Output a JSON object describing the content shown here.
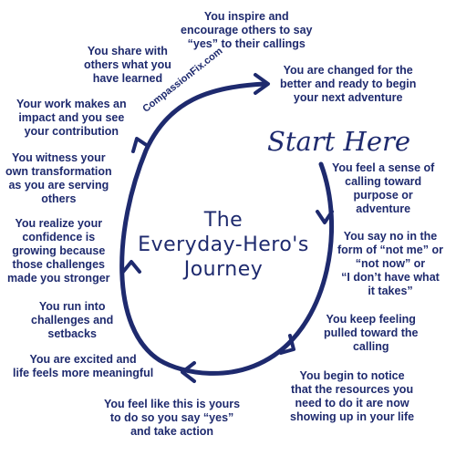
{
  "brand": "CompassionFix.com",
  "title_lines": [
    "The",
    "Everyday-Hero's",
    "Journey"
  ],
  "start_label": "Start Here",
  "colors": {
    "primary": "#1e2a6e",
    "background": "#ffffff"
  },
  "steps": [
    {
      "lines": [
        "You feel a sense of",
        "calling toward",
        "purpose or",
        "adventure"
      ]
    },
    {
      "lines": [
        "You say no in the",
        "form of “not me” or",
        "“not now” or",
        "“I don’t have what",
        "it takes”"
      ]
    },
    {
      "lines": [
        "You keep feeling",
        "pulled toward the",
        "calling"
      ]
    },
    {
      "lines": [
        "You begin to notice",
        "that the resources you",
        "need to do it are now",
        "showing up in your life"
      ]
    },
    {
      "lines": [
        "You feel like this is yours",
        "to do so you say “yes”",
        "and take action"
      ]
    },
    {
      "lines": [
        "You are excited and",
        "life feels more meaningful"
      ]
    },
    {
      "lines": [
        "You run into",
        "challenges and",
        "setbacks"
      ]
    },
    {
      "lines": [
        "You realize your",
        "confidence is",
        "growing because",
        "those challenges",
        "made you stronger"
      ]
    },
    {
      "lines": [
        "You witness your",
        "own transformation",
        "as you are serving",
        "others"
      ]
    },
    {
      "lines": [
        "Your work makes an",
        "impact and you see",
        "your contribution"
      ]
    },
    {
      "lines": [
        "You share with",
        "others what you",
        "have learned"
      ]
    },
    {
      "lines": [
        "You inspire and",
        "encourage others to say",
        "“yes” to their callings"
      ]
    },
    {
      "lines": [
        "You are changed for the",
        "better and ready to begin",
        "your next adventure"
      ]
    }
  ]
}
